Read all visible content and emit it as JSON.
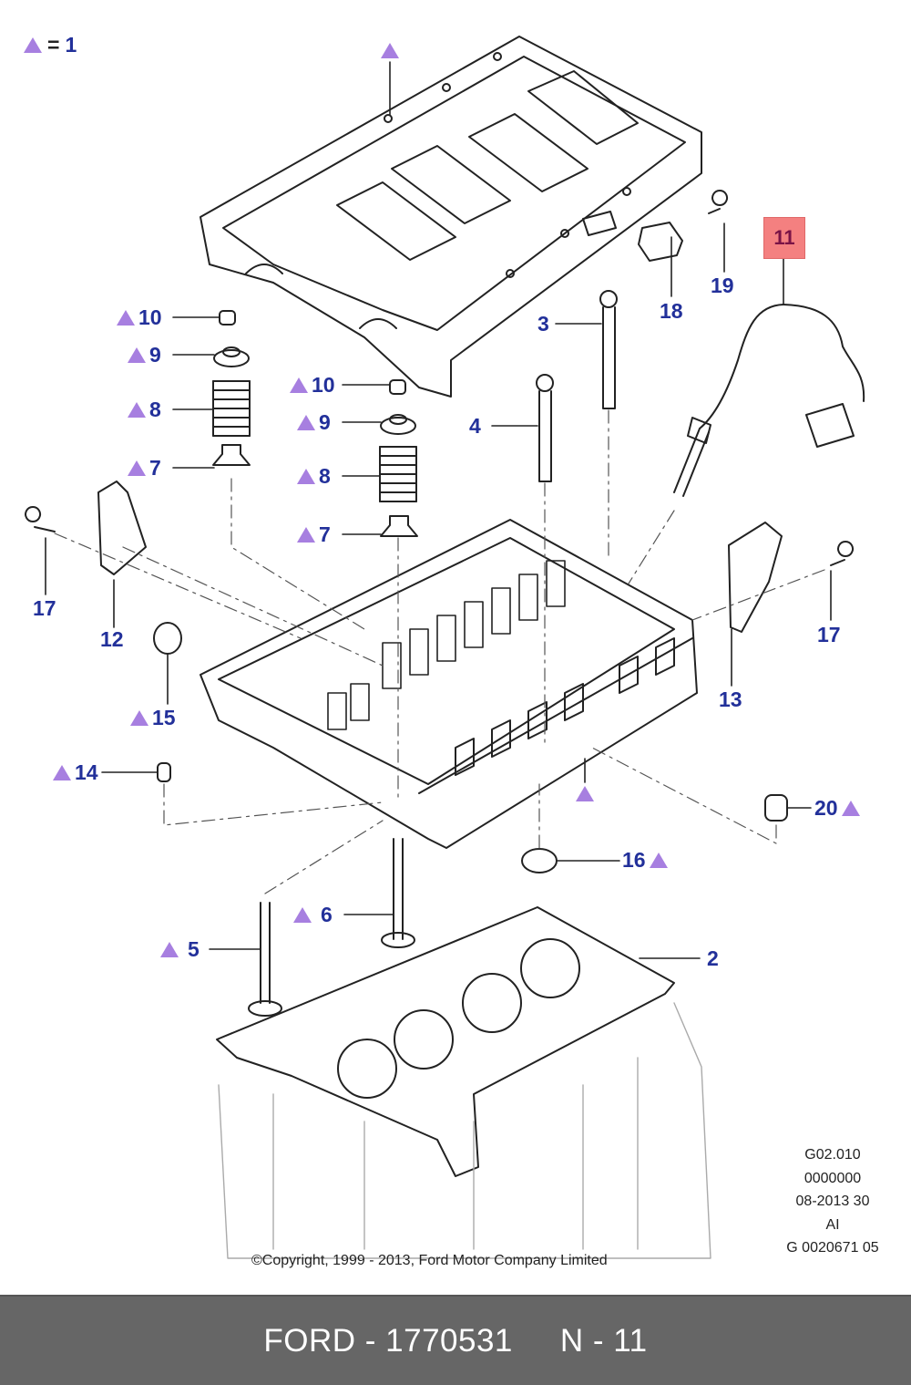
{
  "diagram": {
    "title": "Cylinder head exploded view",
    "legend": {
      "symbol": "triangle",
      "equals": "=",
      "value": "1",
      "symbol_color": "#a77fe0"
    },
    "highlighted_part": {
      "number": "11",
      "fill": "#f48080",
      "text_color": "#7a1346"
    },
    "callout_color": "#22309a",
    "callouts": [
      {
        "id": "c-top",
        "label": "",
        "triangle": "only"
      },
      {
        "id": "c3",
        "label": "3",
        "triangle": "none"
      },
      {
        "id": "c4",
        "label": "4",
        "triangle": "none"
      },
      {
        "id": "c18",
        "label": "18",
        "triangle": "none"
      },
      {
        "id": "c19",
        "label": "19",
        "triangle": "none"
      },
      {
        "id": "c10a",
        "label": "10",
        "triangle": "left"
      },
      {
        "id": "c9a",
        "label": "9",
        "triangle": "left"
      },
      {
        "id": "c8a",
        "label": "8",
        "triangle": "left"
      },
      {
        "id": "c7a",
        "label": "7",
        "triangle": "left"
      },
      {
        "id": "c10b",
        "label": "10",
        "triangle": "left"
      },
      {
        "id": "c9b",
        "label": "9",
        "triangle": "left"
      },
      {
        "id": "c8b",
        "label": "8",
        "triangle": "left"
      },
      {
        "id": "c7b",
        "label": "7",
        "triangle": "left"
      },
      {
        "id": "c17a",
        "label": "17",
        "triangle": "none"
      },
      {
        "id": "c12",
        "label": "12",
        "triangle": "none"
      },
      {
        "id": "c15",
        "label": "15",
        "triangle": "left"
      },
      {
        "id": "c14",
        "label": "14",
        "triangle": "left"
      },
      {
        "id": "c13",
        "label": "13",
        "triangle": "none"
      },
      {
        "id": "c17b",
        "label": "17",
        "triangle": "none"
      },
      {
        "id": "c-mid",
        "label": "",
        "triangle": "only"
      },
      {
        "id": "c20",
        "label": "20",
        "triangle": "right"
      },
      {
        "id": "c16",
        "label": "16",
        "triangle": "right"
      },
      {
        "id": "c6",
        "label": "6",
        "triangle": "left"
      },
      {
        "id": "c5",
        "label": "5",
        "triangle": "left"
      },
      {
        "id": "c2",
        "label": "2",
        "triangle": "none"
      }
    ],
    "meta_lines": [
      "G02.010",
      "0000000",
      "08-2013 30",
      "AI",
      "G 0020671 05"
    ],
    "copyright": "©Copyright, 1999 - 2013, Ford Motor Company Limited"
  },
  "footer": {
    "part_ref": "FORD - 1770531",
    "position": "N - 11",
    "background": "#666666"
  }
}
